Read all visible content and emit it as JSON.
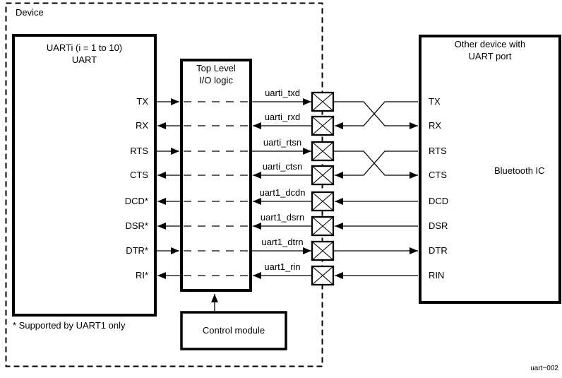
{
  "diagram": {
    "device_label": "Device",
    "uart_box": {
      "title_line1": "UARTi (i = 1 to 10)",
      "title_line2": "UART"
    },
    "io_box": {
      "title_line1": "Top Level",
      "title_line2": "I/O logic"
    },
    "control_box": {
      "label": "Control module"
    },
    "other_device_box": {
      "title_line1": "Other device with",
      "title_line2": "UART port",
      "chip_label": "Bluetooth IC"
    },
    "footnote": "* Supported by UART1 only",
    "figure_id": "uart−002",
    "rows": [
      {
        "uart_pin": "TX",
        "net": "uarti_txd",
        "other_pin": "TX"
      },
      {
        "uart_pin": "RX",
        "net": "uarti_rxd",
        "other_pin": "RX"
      },
      {
        "uart_pin": "RTS",
        "net": "uarti_rtsn",
        "other_pin": "RTS"
      },
      {
        "uart_pin": "CTS",
        "net": "uarti_ctsn",
        "other_pin": "CTS"
      },
      {
        "uart_pin": "DCD*",
        "net": "uart1_dcdn",
        "other_pin": "DCD"
      },
      {
        "uart_pin": "DSR*",
        "net": "uart1_dsrn",
        "other_pin": "DSR"
      },
      {
        "uart_pin": "DTR*",
        "net": "uart1_dtrn",
        "other_pin": "DTR"
      },
      {
        "uart_pin": "RI*",
        "net": "uart1_rin",
        "other_pin": "RIN"
      }
    ]
  }
}
